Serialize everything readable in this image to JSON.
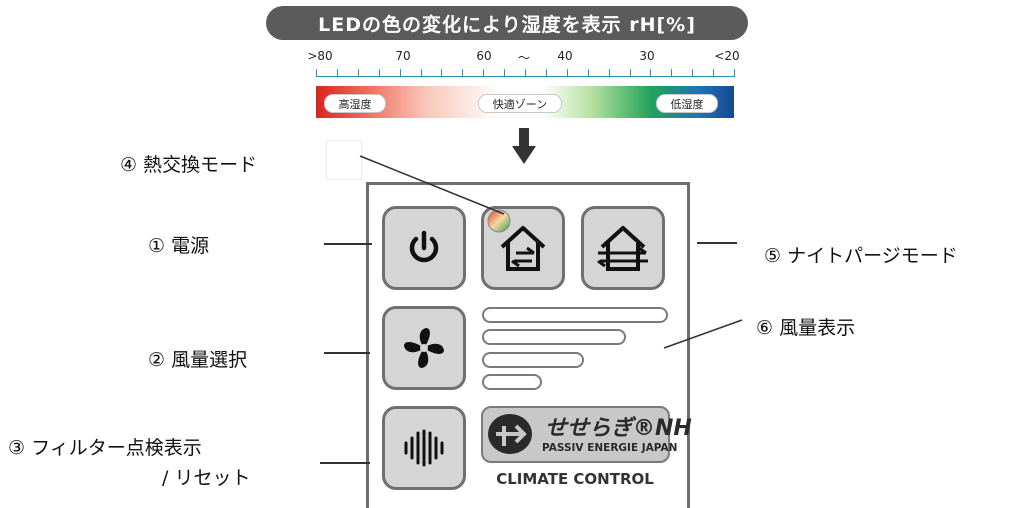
{
  "header": {
    "title": "LEDの色の変化により湿度を表示 rH[%]"
  },
  "scale": {
    "labels": [
      ">80",
      "70",
      "60",
      "～",
      "40",
      "30",
      "<20"
    ],
    "zones": [
      "高湿度",
      "快適ゾーン",
      "低湿度"
    ]
  },
  "panel": {
    "brand_name": "せせらぎ®NH",
    "brand_sub": "PASSIV ENERGIE JAPAN",
    "climate_control": "CLIMATE CONTROL",
    "fan_level_bars": 4
  },
  "callouts": {
    "power": "①  電源",
    "fan_select": "②  風量選択",
    "filter_line1": "③  フィルター点検表示",
    "filter_line2": "/  リセット",
    "heat_exchange": "④  熱交換モード",
    "night_purge": "⑤  ナイトパージモード",
    "fan_display": "⑥  風量表示"
  },
  "icons": {
    "power": "power-icon",
    "heat_exchange": "house-heat-exchange-icon",
    "night_purge": "house-night-purge-icon",
    "fan": "fan-icon",
    "filter": "filter-icon",
    "humidity_led": "humidity-led-icon"
  },
  "colors": {
    "button_fill": "#d5d5d5",
    "button_border": "#707070",
    "high_humidity": "#d8261f",
    "comfort": "#ffffff",
    "low_humidity": "#17478f"
  }
}
